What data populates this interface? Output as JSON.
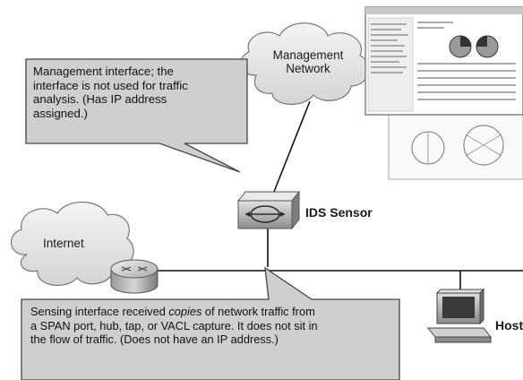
{
  "callouts": {
    "management": {
      "lines": [
        "Management interface; the",
        "interface is not used for traffic",
        "analysis. (Has IP address",
        "assigned.)"
      ]
    },
    "sensing": {
      "line1_pre": "Sensing interface received ",
      "line1_em": "copies",
      "line1_post": " of network traffic from",
      "line2": "a SPAN port, hub, tap, or VACL capture. It does not sit in",
      "line3": "the flow of traffic. (Does not have an IP address.)"
    }
  },
  "clouds": {
    "management_network": [
      "Management",
      "Network"
    ],
    "internet": "Internet"
  },
  "devices": {
    "ids_sensor": "IDS Sensor",
    "host": "Host"
  }
}
